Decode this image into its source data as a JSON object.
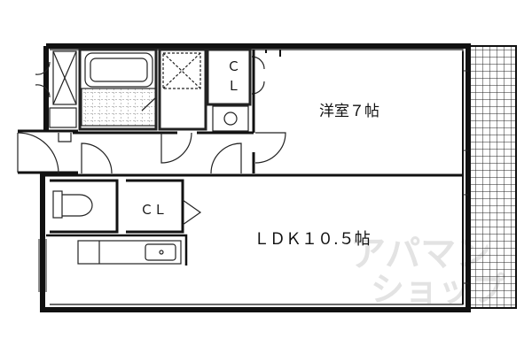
{
  "rooms": {
    "western_room": "洋室７帖",
    "ldk": "ＬＤＫ１０.５帖",
    "closet_upper_line1": "Ｃ",
    "closet_upper_line2": "Ｌ",
    "closet_lower": "ＣＬ"
  },
  "watermark": {
    "line1": "アパマン",
    "line2": "ショップ"
  },
  "colors": {
    "wall": "#111111",
    "line": "#222222",
    "watermark": "#e3e3e3"
  },
  "icons": [
    "door-swing-icon",
    "sliding-door-icon",
    "bathtub-icon",
    "toilet-icon",
    "sink-icon",
    "washing-machine-icon",
    "balcony-grid-icon"
  ]
}
